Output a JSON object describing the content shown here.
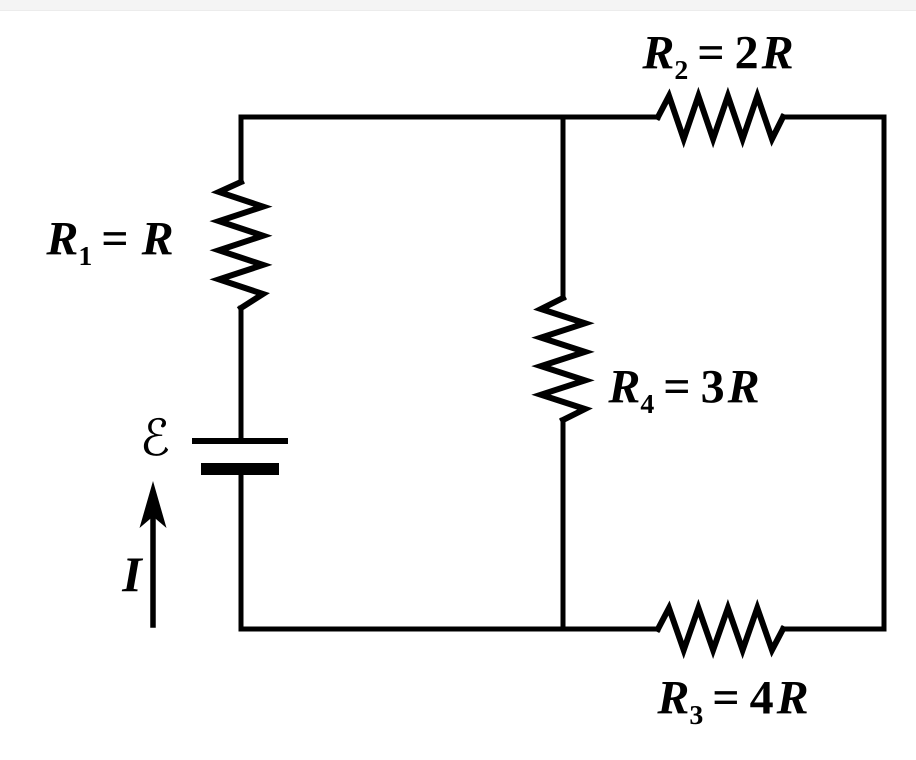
{
  "colors": {
    "background": "#ffffff",
    "top_bar": "#f4f4f4",
    "ink": "#000000"
  },
  "labels": {
    "r1": {
      "name": "R",
      "sub": "1",
      "equals": "=",
      "coef": "",
      "unit": "R"
    },
    "r2": {
      "name": "R",
      "sub": "2",
      "equals": "=",
      "coef": "2",
      "unit": "R"
    },
    "r3": {
      "name": "R",
      "sub": "3",
      "equals": "=",
      "coef": "4",
      "unit": "R"
    },
    "r4": {
      "name": "R",
      "sub": "4",
      "equals": "=",
      "coef": "3",
      "unit": "R"
    },
    "emf": {
      "symbol": "ℰ"
    },
    "current": {
      "symbol": "I"
    }
  }
}
